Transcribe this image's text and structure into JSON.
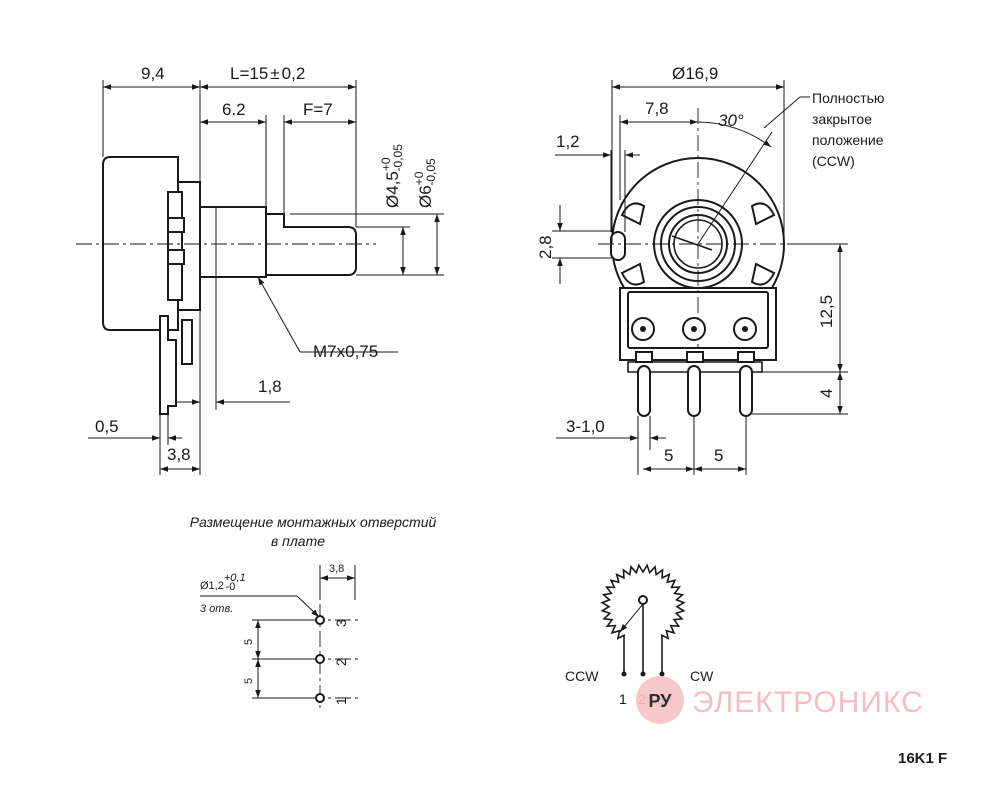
{
  "side_view": {
    "dim_body_depth": "9,4",
    "dim_length": "L=15",
    "dim_length_tol": "±",
    "dim_length_tol_value": "0,2",
    "dim_thread_len": "6.2",
    "dim_flat_len": "F=7",
    "dim_shaft_dia": "Ø4,5",
    "dim_shaft_dia_tol_up": "+0",
    "dim_shaft_dia_tol_down": "-0,05",
    "dim_shaft_dia2": "Ø6",
    "dim_shaft_dia2_tol_up": "+0",
    "dim_shaft_dia2_tol_down": "-0,05",
    "dim_thread": "M7x0,75",
    "dim_bushing": "1,8",
    "dim_pin_thickness": "0,5",
    "dim_pin_offset": "3,8"
  },
  "front_view": {
    "dim_diameter": "Ø16,9",
    "dim_center": "7,8",
    "dim_angle": "30°",
    "note_lines": [
      "Полностью",
      "закрытое",
      "положение",
      "(CCW)"
    ],
    "dim_tab": "1,2",
    "dim_slot": "2,8",
    "dim_height": "12,5",
    "dim_pin_len": "4",
    "dim_pin_width": "3-1,0",
    "dim_pitch_1": "5",
    "dim_pitch_2": "5"
  },
  "pcb_layout": {
    "title_line1": "Размещение монтажных отверстий",
    "title_line2": "в плате",
    "dim_offset": "3,8",
    "hole_dia": "Ø1,2",
    "hole_tol_up": "+0,1",
    "hole_tol_down": "-0",
    "hole_count": "3 отв.",
    "pitch_1": "5",
    "pitch_2": "5",
    "pin_labels": [
      "3",
      "2",
      "1"
    ]
  },
  "schematic": {
    "label_ccw": "CCW",
    "label_cw": "CW",
    "pin_labels": [
      "1",
      "2",
      "3"
    ]
  },
  "watermark": "ЭЛЕКТРОНИКС",
  "watermark_logo_text": "РУ",
  "part_code": "16K1 F",
  "colors": {
    "ink": "#1a1a1a",
    "watermark": "#f4b8b8"
  }
}
